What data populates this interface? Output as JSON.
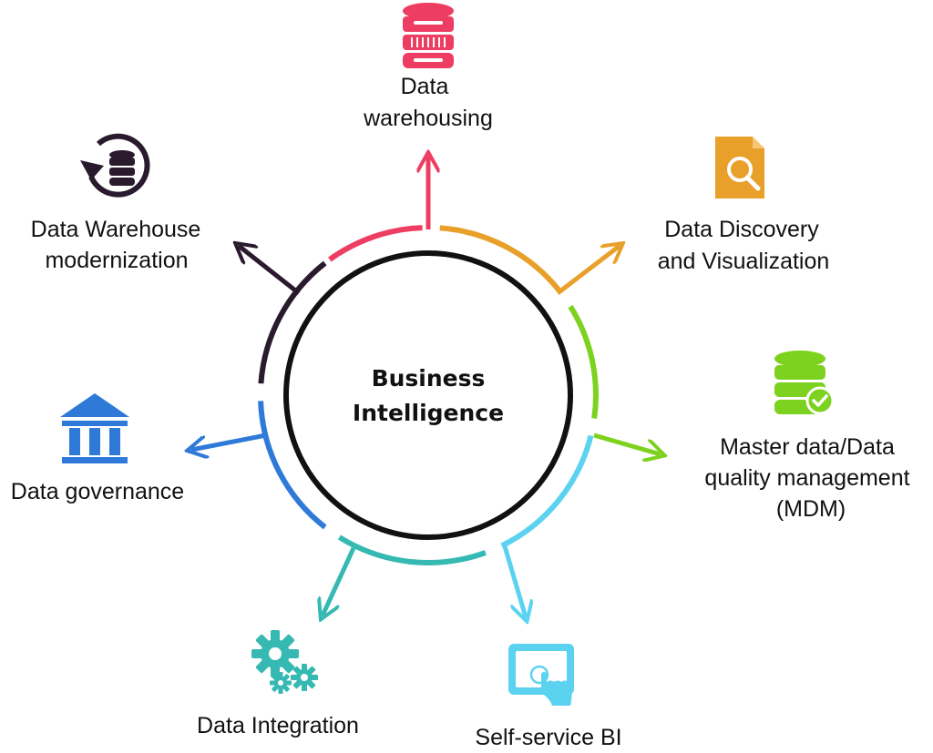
{
  "center": {
    "line1": "Business",
    "line2": "Intelligence"
  },
  "colors": {
    "warehousing": "#ee3d62",
    "discovery": "#e9a02b",
    "mdm": "#7dd21f",
    "selfservice": "#5bd3f0",
    "integration": "#35b9b2",
    "governance": "#2f7ad9",
    "modernization": "#2a1a2e",
    "ring": "#111111"
  },
  "nodes": {
    "warehousing": {
      "line1": "Data",
      "line2": "warehousing",
      "icon": "database-icon"
    },
    "discovery": {
      "line1": "Data Discovery",
      "line2": "and Visualization",
      "icon": "document-search-icon"
    },
    "mdm": {
      "line1": "Master data/Data",
      "line2": "quality management",
      "line3": "(MDM)",
      "icon": "database-check-icon"
    },
    "selfservice": {
      "line1": "Self-service BI",
      "icon": "touch-screen-icon"
    },
    "integration": {
      "line1": "Data Integration",
      "icon": "gears-icon"
    },
    "governance": {
      "line1": "Data governance",
      "icon": "bank-building-icon"
    },
    "modernization": {
      "line1": "Data Warehouse",
      "line2": "modernization",
      "icon": "database-refresh-icon"
    }
  }
}
